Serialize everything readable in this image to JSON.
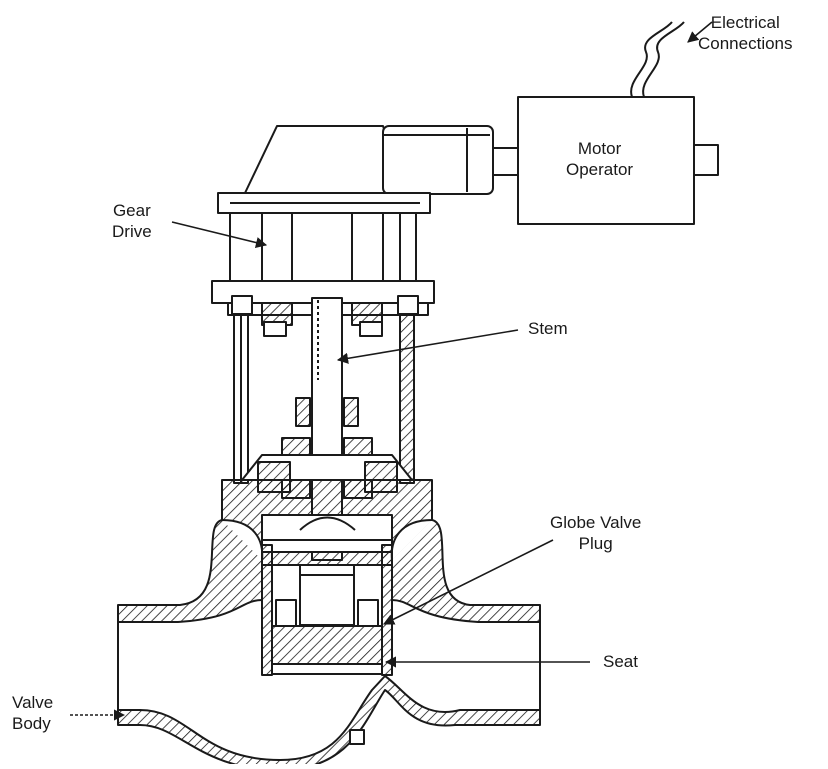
{
  "diagram": {
    "labels": {
      "electrical": [
        "Electrical",
        "Connections"
      ],
      "motor": [
        "Motor",
        "Operator"
      ],
      "gear": [
        "Gear",
        "Drive"
      ],
      "stem": "Stem",
      "plug": [
        "Globe Valve",
        "Plug"
      ],
      "seat": "Seat",
      "body": [
        "Valve",
        "Body"
      ]
    },
    "colors": {
      "ink": "#1a1a1a",
      "background": "#ffffff"
    }
  }
}
